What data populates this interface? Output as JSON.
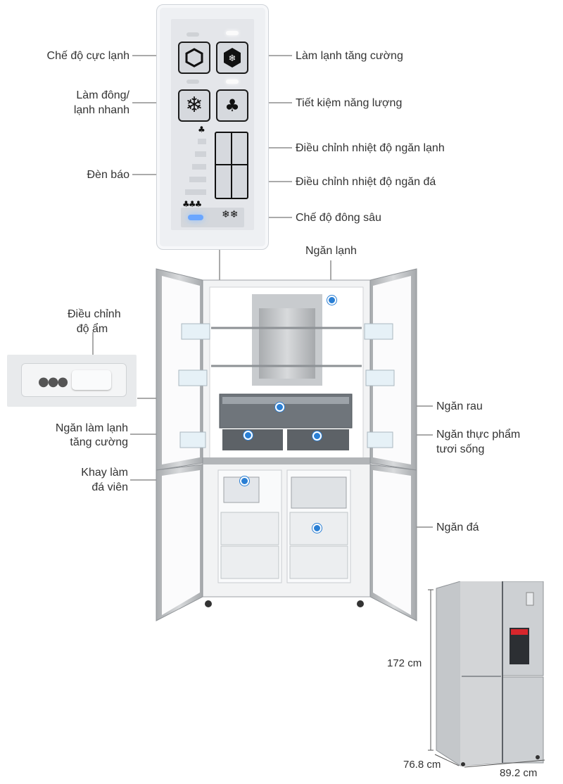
{
  "labels": {
    "che_do_cuc_lanh": "Chế độ cực lạnh",
    "lam_lanh_tang_cuong": "Làm lạnh tăng cường",
    "lam_dong_line1": "Làm đông/",
    "lam_dong_line2": "lạnh nhanh",
    "tiet_kiem": "Tiết kiệm năng lượng",
    "dieu_chinh_ngan_lanh": "Điều chỉnh nhiệt độ ngăn lạnh",
    "den_bao": "Đèn báo",
    "dieu_chinh_ngan_da": "Điều chỉnh nhiệt độ ngăn đá",
    "che_do_dong_sau": "Chế độ đông sâu",
    "ngan_lanh": "Ngăn lạnh",
    "dieu_chinh_do_am_line1": "Điều chỉnh",
    "dieu_chinh_do_am_line2": "độ ẩm",
    "ngan_rau": "Ngăn rau",
    "ngan_lam_lanh_line1": "Ngăn làm lạnh",
    "ngan_lam_lanh_line2": "tăng cường",
    "ngan_thuc_pham_line1": "Ngăn thực phẩm",
    "ngan_thuc_pham_line2": "tươi sống",
    "khay_da_line1": "Khay làm",
    "khay_da_line2": "đá viên",
    "ngan_da": "Ngăn đá"
  },
  "dimensions": {
    "height": "172 cm",
    "depth": "76.8 cm",
    "width": "89.2 cm"
  },
  "colors": {
    "accent_dot": "#2a7fd4",
    "leader_line": "#555555",
    "fridge_steel": "#b9bcbf"
  }
}
